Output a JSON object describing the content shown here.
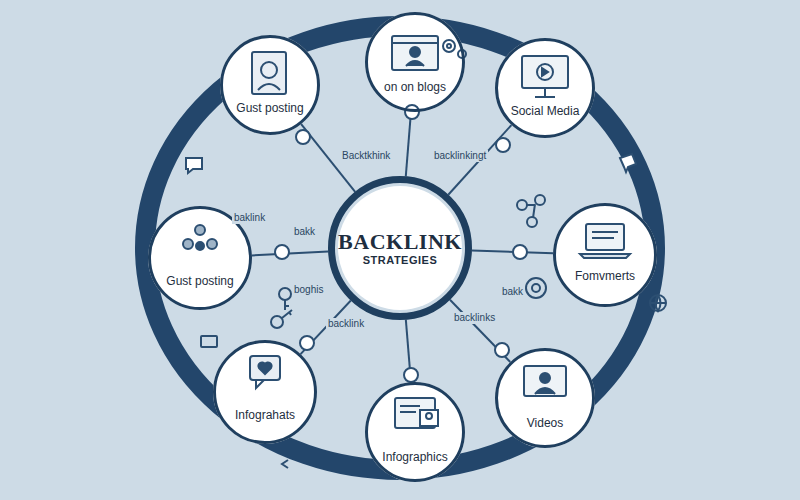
{
  "diagram": {
    "nodes": [
      {
        "text": [
          "Gust posting"
        ]
      },
      {
        "text": [
          "on on blogs"
        ]
      },
      {
        "text": [
          "Social Media"
        ]
      },
      {
        "text": [
          "Gust posting"
        ]
      },
      {
        "text": [
          "BACKLINK",
          "STRATEGIES"
        ]
      },
      {
        "text": [
          "Fomvmerts"
        ]
      },
      {
        "text": [
          "Infograhats"
        ]
      },
      {
        "text": [
          "Infographics"
        ]
      },
      {
        "text": [
          "Videos"
        ]
      }
    ],
    "edges": [
      {
        "from": 4,
        "to": 0,
        "arrow": "none"
      },
      {
        "from": 4,
        "to": 1,
        "arrow": "none"
      },
      {
        "from": 4,
        "to": 2,
        "arrow": "none"
      },
      {
        "from": 4,
        "to": 3,
        "arrow": "none"
      },
      {
        "from": 4,
        "to": 5,
        "arrow": "none"
      },
      {
        "from": 4,
        "to": 6,
        "arrow": "none"
      },
      {
        "from": 4,
        "to": 7,
        "arrow": "none"
      },
      {
        "from": 4,
        "to": 8,
        "arrow": "none"
      }
    ],
    "labels": [
      "Backtkhink",
      "backlinkingt",
      "baklink",
      "bakk",
      "boghis",
      "backlink",
      "backlinks",
      "bakk"
    ]
  }
}
